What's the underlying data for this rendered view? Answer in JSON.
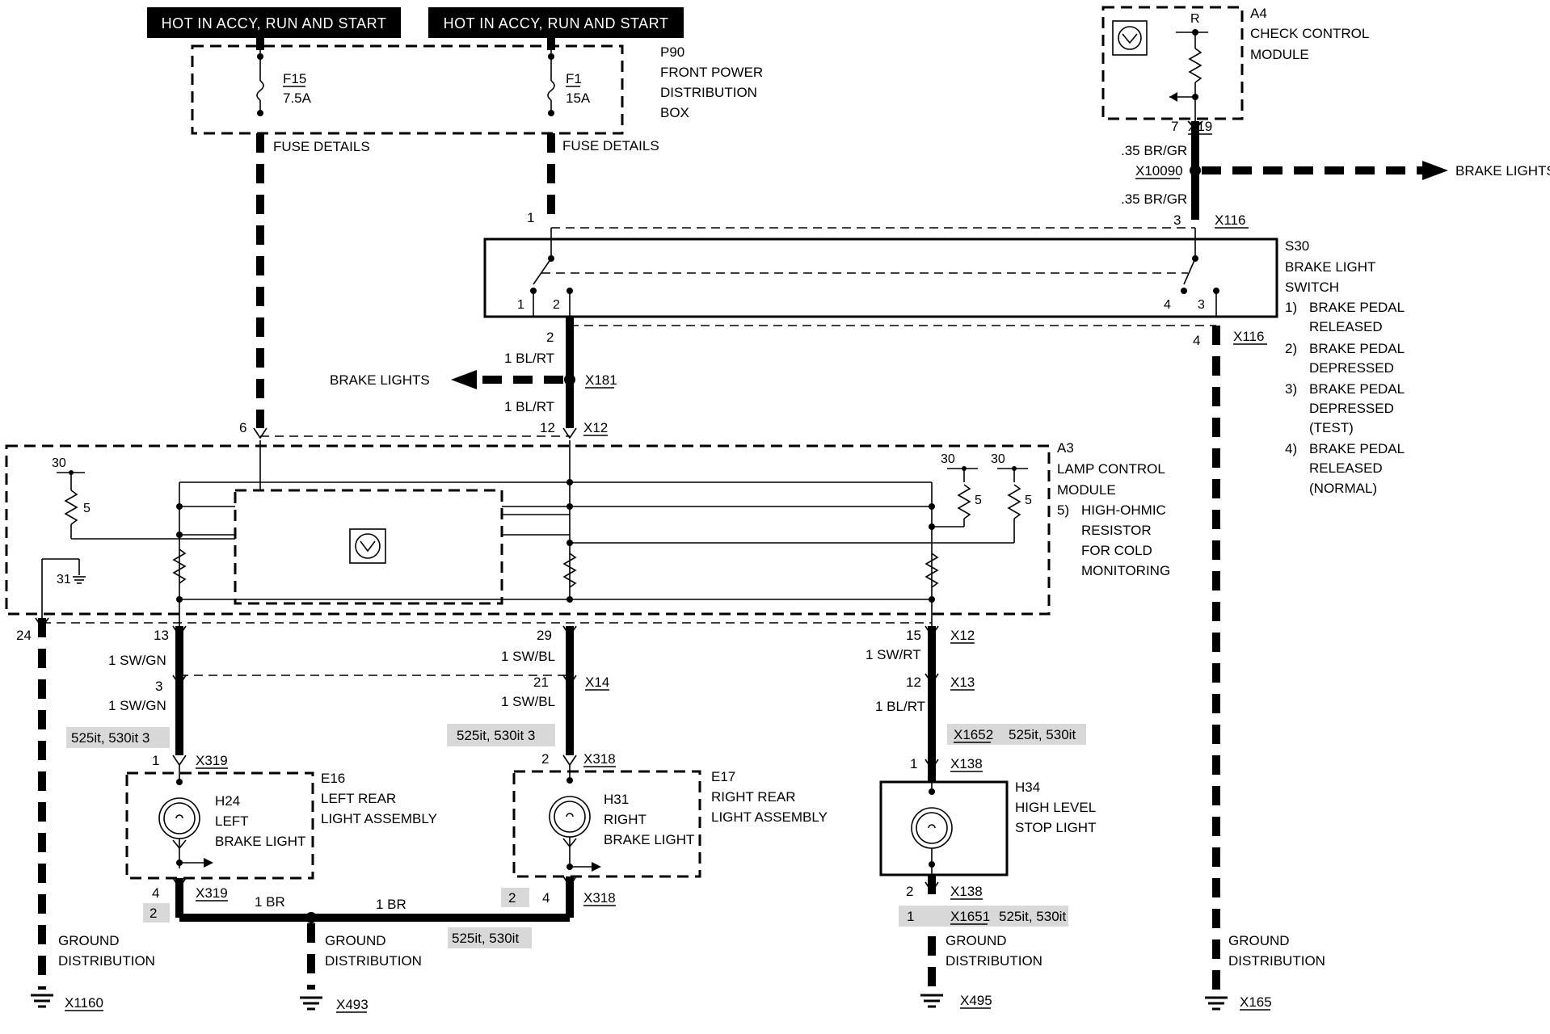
{
  "power": {
    "hot1": "HOT IN ACCY, RUN AND START",
    "hot2": "HOT IN ACCY, RUN AND START"
  },
  "p90": {
    "code": "P90",
    "name_l1": "FRONT POWER",
    "name_l2": "DISTRIBUTION",
    "name_l3": "BOX",
    "f15": "F15",
    "f15_amp": "7.5A",
    "f1": "F1",
    "f1_amp": "15A",
    "fuse_details_1": "FUSE DETAILS",
    "fuse_details_2": "FUSE DETAILS"
  },
  "a4": {
    "code": "A4",
    "name_l1": "CHECK CONTROL",
    "name_l2": "MODULE",
    "pin_r": "R",
    "pin7": "7",
    "x19": "X19"
  },
  "top_right": {
    "wire1": ".35 BR/GR",
    "x10090": "X10090",
    "wire2": ".35 BR/GR",
    "brake_lights": "BRAKE LIGHTS",
    "pin3": "3",
    "x116_top": "X116"
  },
  "s30": {
    "code": "S30",
    "name_l1": "BRAKE LIGHT",
    "name_l2": "SWITCH",
    "pin1_top": "1",
    "pin1": "1",
    "pin2": "2",
    "pin4": "4",
    "pin3": "3",
    "pin4_out": "4",
    "x116_bottom": "X116",
    "notes": [
      {
        "num": "1)",
        "l1": "BRAKE PEDAL",
        "l2": "RELEASED",
        "l3": ""
      },
      {
        "num": "2)",
        "l1": "BRAKE PEDAL",
        "l2": "DEPRESSED",
        "l3": ""
      },
      {
        "num": "3)",
        "l1": "BRAKE PEDAL",
        "l2": "DEPRESSED",
        "l3": "(TEST)"
      },
      {
        "num": "4)",
        "l1": "BRAKE PEDAL",
        "l2": "RELEASED",
        "l3": "(NORMAL)"
      }
    ]
  },
  "mid": {
    "pin2": "2",
    "wire1": "1 BL/RT",
    "brake_lights": "BRAKE LIGHTS",
    "x181": "X181",
    "wire2": "1 BL/RT",
    "pin12": "12",
    "x12": "X12",
    "pin6": "6"
  },
  "a3": {
    "code": "A3",
    "name_l1": "LAMP CONTROL",
    "name_l2": "MODULE",
    "note_num": "5)",
    "note_l1": "HIGH-OHMIC",
    "note_l2": "RESISTOR",
    "note_l3": "FOR COLD",
    "note_l4": "MONITORING",
    "t30_left": "30",
    "r5_left": "5",
    "t31": "31",
    "t30_a": "30",
    "t30_b": "30",
    "r5_a": "5",
    "r5_b": "5"
  },
  "col1": {
    "pin24": "24",
    "pin13": "13",
    "wire1": "1 SW/GN",
    "pin3": "3",
    "wire2": "1 SW/GN",
    "shade": "525it, 530it  3",
    "pin1": "1",
    "x319_top": "X319",
    "pin4": "4",
    "x319_bot": "X319",
    "shade_bot": "2",
    "ground_l1": "GROUND",
    "ground_l2": "DISTRIBUTION",
    "ground_x": "X1160"
  },
  "e16": {
    "code": "E16",
    "name_l1": "LEFT REAR",
    "name_l2": "LIGHT ASSEMBLY",
    "h": "H24",
    "h_l1": "LEFT",
    "h_l2": "BRAKE LIGHT"
  },
  "col2": {
    "pin29": "29",
    "wire1": "1 SW/BL",
    "pin21": "21",
    "x14": "X14",
    "wire2": "1 SW/BL",
    "shade": "525it, 530it  3",
    "pin2": "2",
    "x318_top": "X318",
    "pin4": "4",
    "x318_bot": "X318",
    "shade_bot": "2"
  },
  "e17": {
    "code": "E17",
    "name_l1": "RIGHT REAR",
    "name_l2": "LIGHT ASSEMBLY",
    "h": "H31",
    "h_l1": "RIGHT",
    "h_l2": "BRAKE LIGHT"
  },
  "bottom_bus": {
    "wire_left": "1 BR",
    "wire_right": "1 BR",
    "shade": "525it, 530it",
    "ground_l1": "GROUND",
    "ground_l2": "DISTRIBUTION",
    "ground_x": "X493"
  },
  "col3": {
    "pin15": "15",
    "x12": "X12",
    "wire1": "1 SW/RT",
    "pin12": "12",
    "x13": "X13",
    "wire2": "1 BL/RT",
    "shade_x": "X1652",
    "shade": "525it, 530it",
    "pin1": "1",
    "x138_top": "X138",
    "pin2": "2",
    "x138_bot": "X138",
    "shade2_pin": "1",
    "shade2_x": "X1651",
    "shade2": "525it, 530it",
    "ground_l1": "GROUND",
    "ground_l2": "DISTRIBUTION",
    "ground_x": "X495"
  },
  "h34": {
    "code": "H34",
    "name_l1": "HIGH LEVEL",
    "name_l2": "STOP LIGHT"
  },
  "col4": {
    "ground_l1": "GROUND",
    "ground_l2": "DISTRIBUTION",
    "ground_x": "X165"
  }
}
